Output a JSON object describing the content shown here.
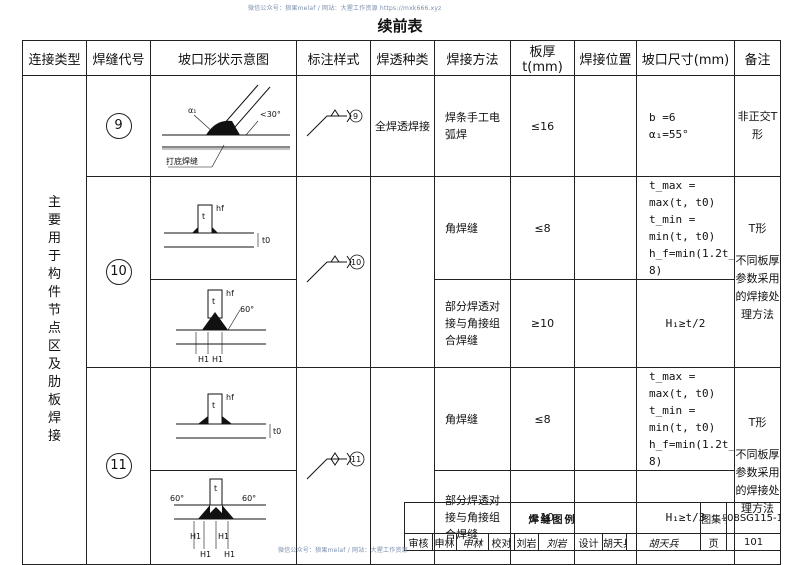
{
  "watermark": {
    "top": "微信公众号：狼果melaf / 网站：大猩工作资源 https://mxk666.xyz",
    "bottom": "微信公众号：狼果melaf / 网站：大猩工作资源"
  },
  "title": "续前表",
  "headers": [
    "连接类型",
    "焊缝代号",
    "坡口形状示意图",
    "标注样式",
    "焊透种类",
    "焊接方法",
    "板厚t(mm)",
    "焊接位置",
    "坡口尺寸(mm)",
    "备注"
  ],
  "connection_type": "主要用于构件节点区及肋板焊接",
  "rows": {
    "r9": {
      "code": "9",
      "penetration": "全焊透焊接",
      "method": "焊条手工电弧焊",
      "thickness": "≤16",
      "dims": [
        "b =6",
        "α₁=55°"
      ],
      "remark": "非正交T形",
      "diagram_labels": {
        "alpha": "α₁",
        "angle": "<30°",
        "root": "打底焊缝"
      },
      "mark_num": "9"
    },
    "r10": {
      "code": "10",
      "mark_num": "10",
      "a": {
        "method": "角焊缝",
        "thickness": "≤8",
        "dims": [
          "t_max = max(t, t0)",
          "t_min = min(t, t0)",
          "h_f=min(1.2t_min, 8)"
        ],
        "remark": "T形"
      },
      "b": {
        "method": "部分焊透对接与角接组合焊缝",
        "thickness": "≥10",
        "dims": [
          "H₁≥t/2"
        ],
        "remark": "不同板厚参数采用的焊接处理方法"
      },
      "diagram_labels": {
        "t": "t",
        "hf": "hf",
        "t0": "t0",
        "angle": "60°",
        "H1": "H1"
      }
    },
    "r11": {
      "code": "11",
      "mark_num": "11",
      "a": {
        "method": "角焊缝",
        "thickness": "≤8",
        "dims": [
          "t_max = max(t, t0)",
          "t_min = min(t, t0)",
          "h_f=min(1.2t_min, 8)"
        ],
        "remark": "T形"
      },
      "b": {
        "method": "部分焊透对接与角接组合焊缝",
        "thickness": "≥10",
        "dims": [
          "H₁≥t/3"
        ],
        "remark": "不同板厚参数采用的焊接处理方法"
      },
      "diagram_labels": {
        "t": "t",
        "hf": "hf",
        "t0": "t0",
        "angle": "60°",
        "H1": "H1"
      }
    }
  },
  "title_block": {
    "drawing_title": "焊缝图例",
    "atlas_label": "图集号",
    "atlas_no": "08SG115-1",
    "review_label": "审核",
    "reviewer": "申林",
    "reviewer_sig": "申林",
    "check_label": "校对",
    "checker": "刘岩",
    "checker_sig": "刘岩",
    "design_label": "设计",
    "designer": "胡天兵",
    "designer_sig": "胡天兵",
    "page_label": "页",
    "page_no": "101"
  }
}
